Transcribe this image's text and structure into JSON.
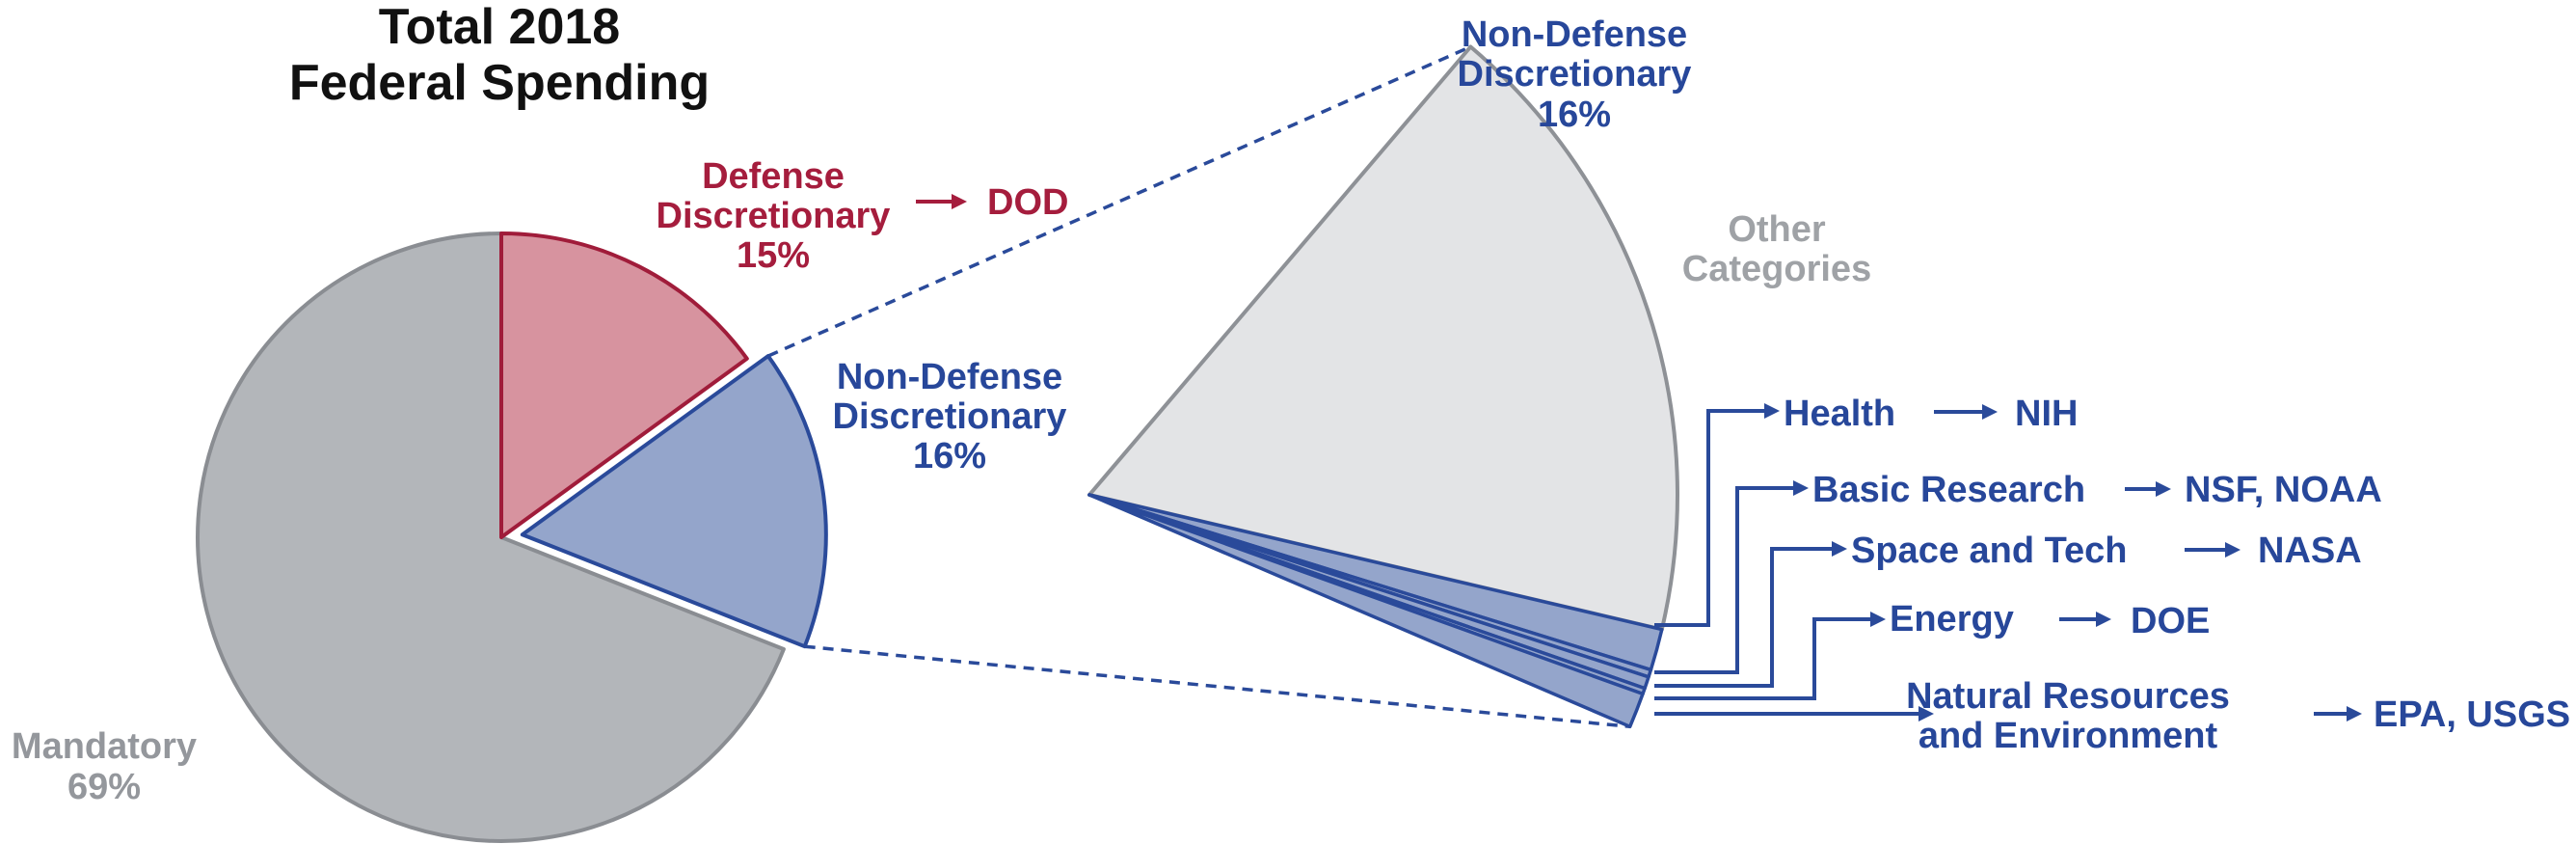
{
  "colors": {
    "mandatory_fill": "#b3b6ba",
    "mandatory_stroke": "#8a8d92",
    "mandatory_text": "#94979c",
    "defense_fill": "#d7939f",
    "defense_stroke": "#a01c3a",
    "defense_text": "#a51d3d",
    "nondefense_fill": "#94a5cb",
    "nondefense_stroke": "#2a4a9a",
    "nondefense_text": "#27479a",
    "other_fill": "#e3e4e6",
    "other_stroke": "#8e9196",
    "other_text": "#9fa2a6"
  },
  "chart_data": [
    {
      "type": "pie",
      "title": "Total 2018 Federal Spending",
      "title_lines": [
        "Total 2018",
        "Federal Spending"
      ],
      "slices": [
        {
          "key": "defense",
          "lines": [
            "Defense",
            "Discretionary",
            "15%"
          ],
          "value": 15,
          "arrow_to": "DOD"
        },
        {
          "key": "nondefense",
          "lines": [
            "Non-Defense",
            "Discretionary",
            "16%"
          ],
          "value": 16,
          "exploded": true
        },
        {
          "key": "mandatory",
          "lines": [
            "Mandatory",
            "69%"
          ],
          "value": 69
        }
      ]
    },
    {
      "type": "pie",
      "title": "Non-Defense Discretionary 16%",
      "title_lines": [
        "Non-Defense",
        "Discretionary",
        "16%"
      ],
      "breakdown_of": "Non-Defense Discretionary",
      "slices": [
        {
          "key": "other",
          "lines": [
            "Other",
            "Categories"
          ],
          "value": 86.3
        },
        {
          "key": "health",
          "lines": [
            "Health"
          ],
          "value": 5.6,
          "agency": "NIH"
        },
        {
          "key": "basic",
          "lines": [
            "Basic Research"
          ],
          "value": 1.0,
          "agency": "NSF, NOAA"
        },
        {
          "key": "space",
          "lines": [
            "Space and Tech"
          ],
          "value": 1.6,
          "agency": "NASA"
        },
        {
          "key": "energy",
          "lines": [
            "Energy"
          ],
          "value": 0.8,
          "agency": "DOE"
        },
        {
          "key": "natural",
          "lines": [
            "Natural Resources",
            "and Environment"
          ],
          "value": 4.7,
          "agency": "EPA, USGS"
        }
      ]
    }
  ]
}
